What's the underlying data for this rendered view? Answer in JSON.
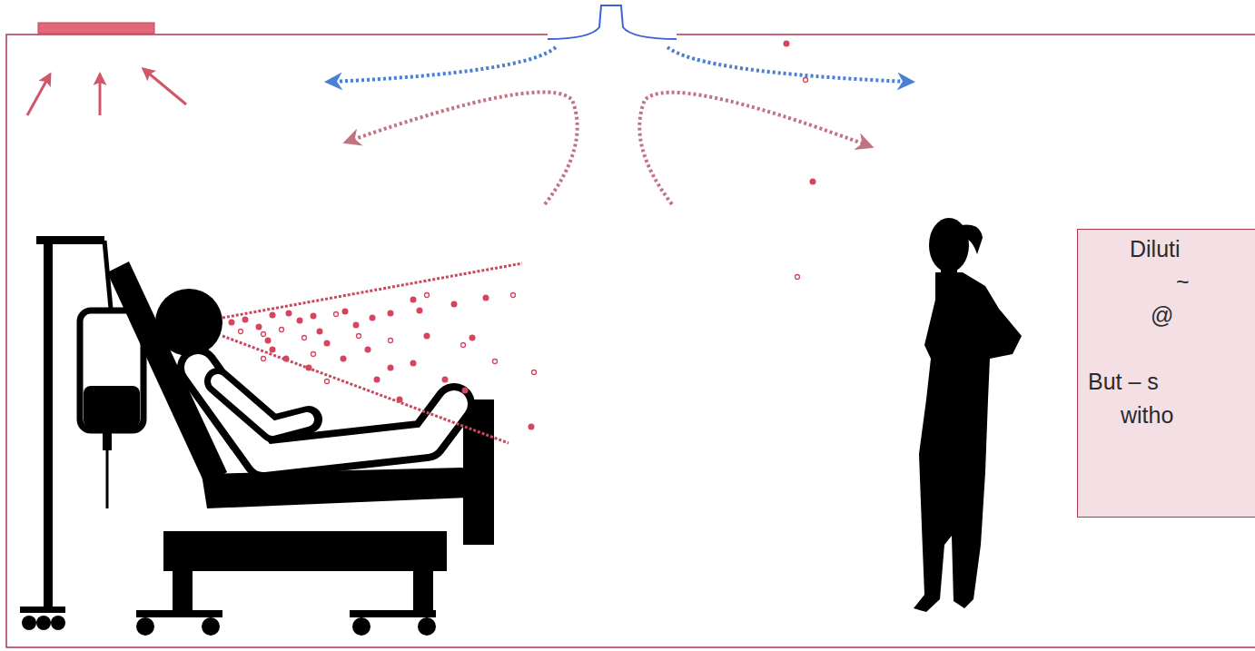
{
  "diagram": {
    "nodes": [
      {
        "text": [
          "Diluti",
          "~",
          "@",
          "But – s",
          "witho"
        ]
      }
    ]
  }
}
